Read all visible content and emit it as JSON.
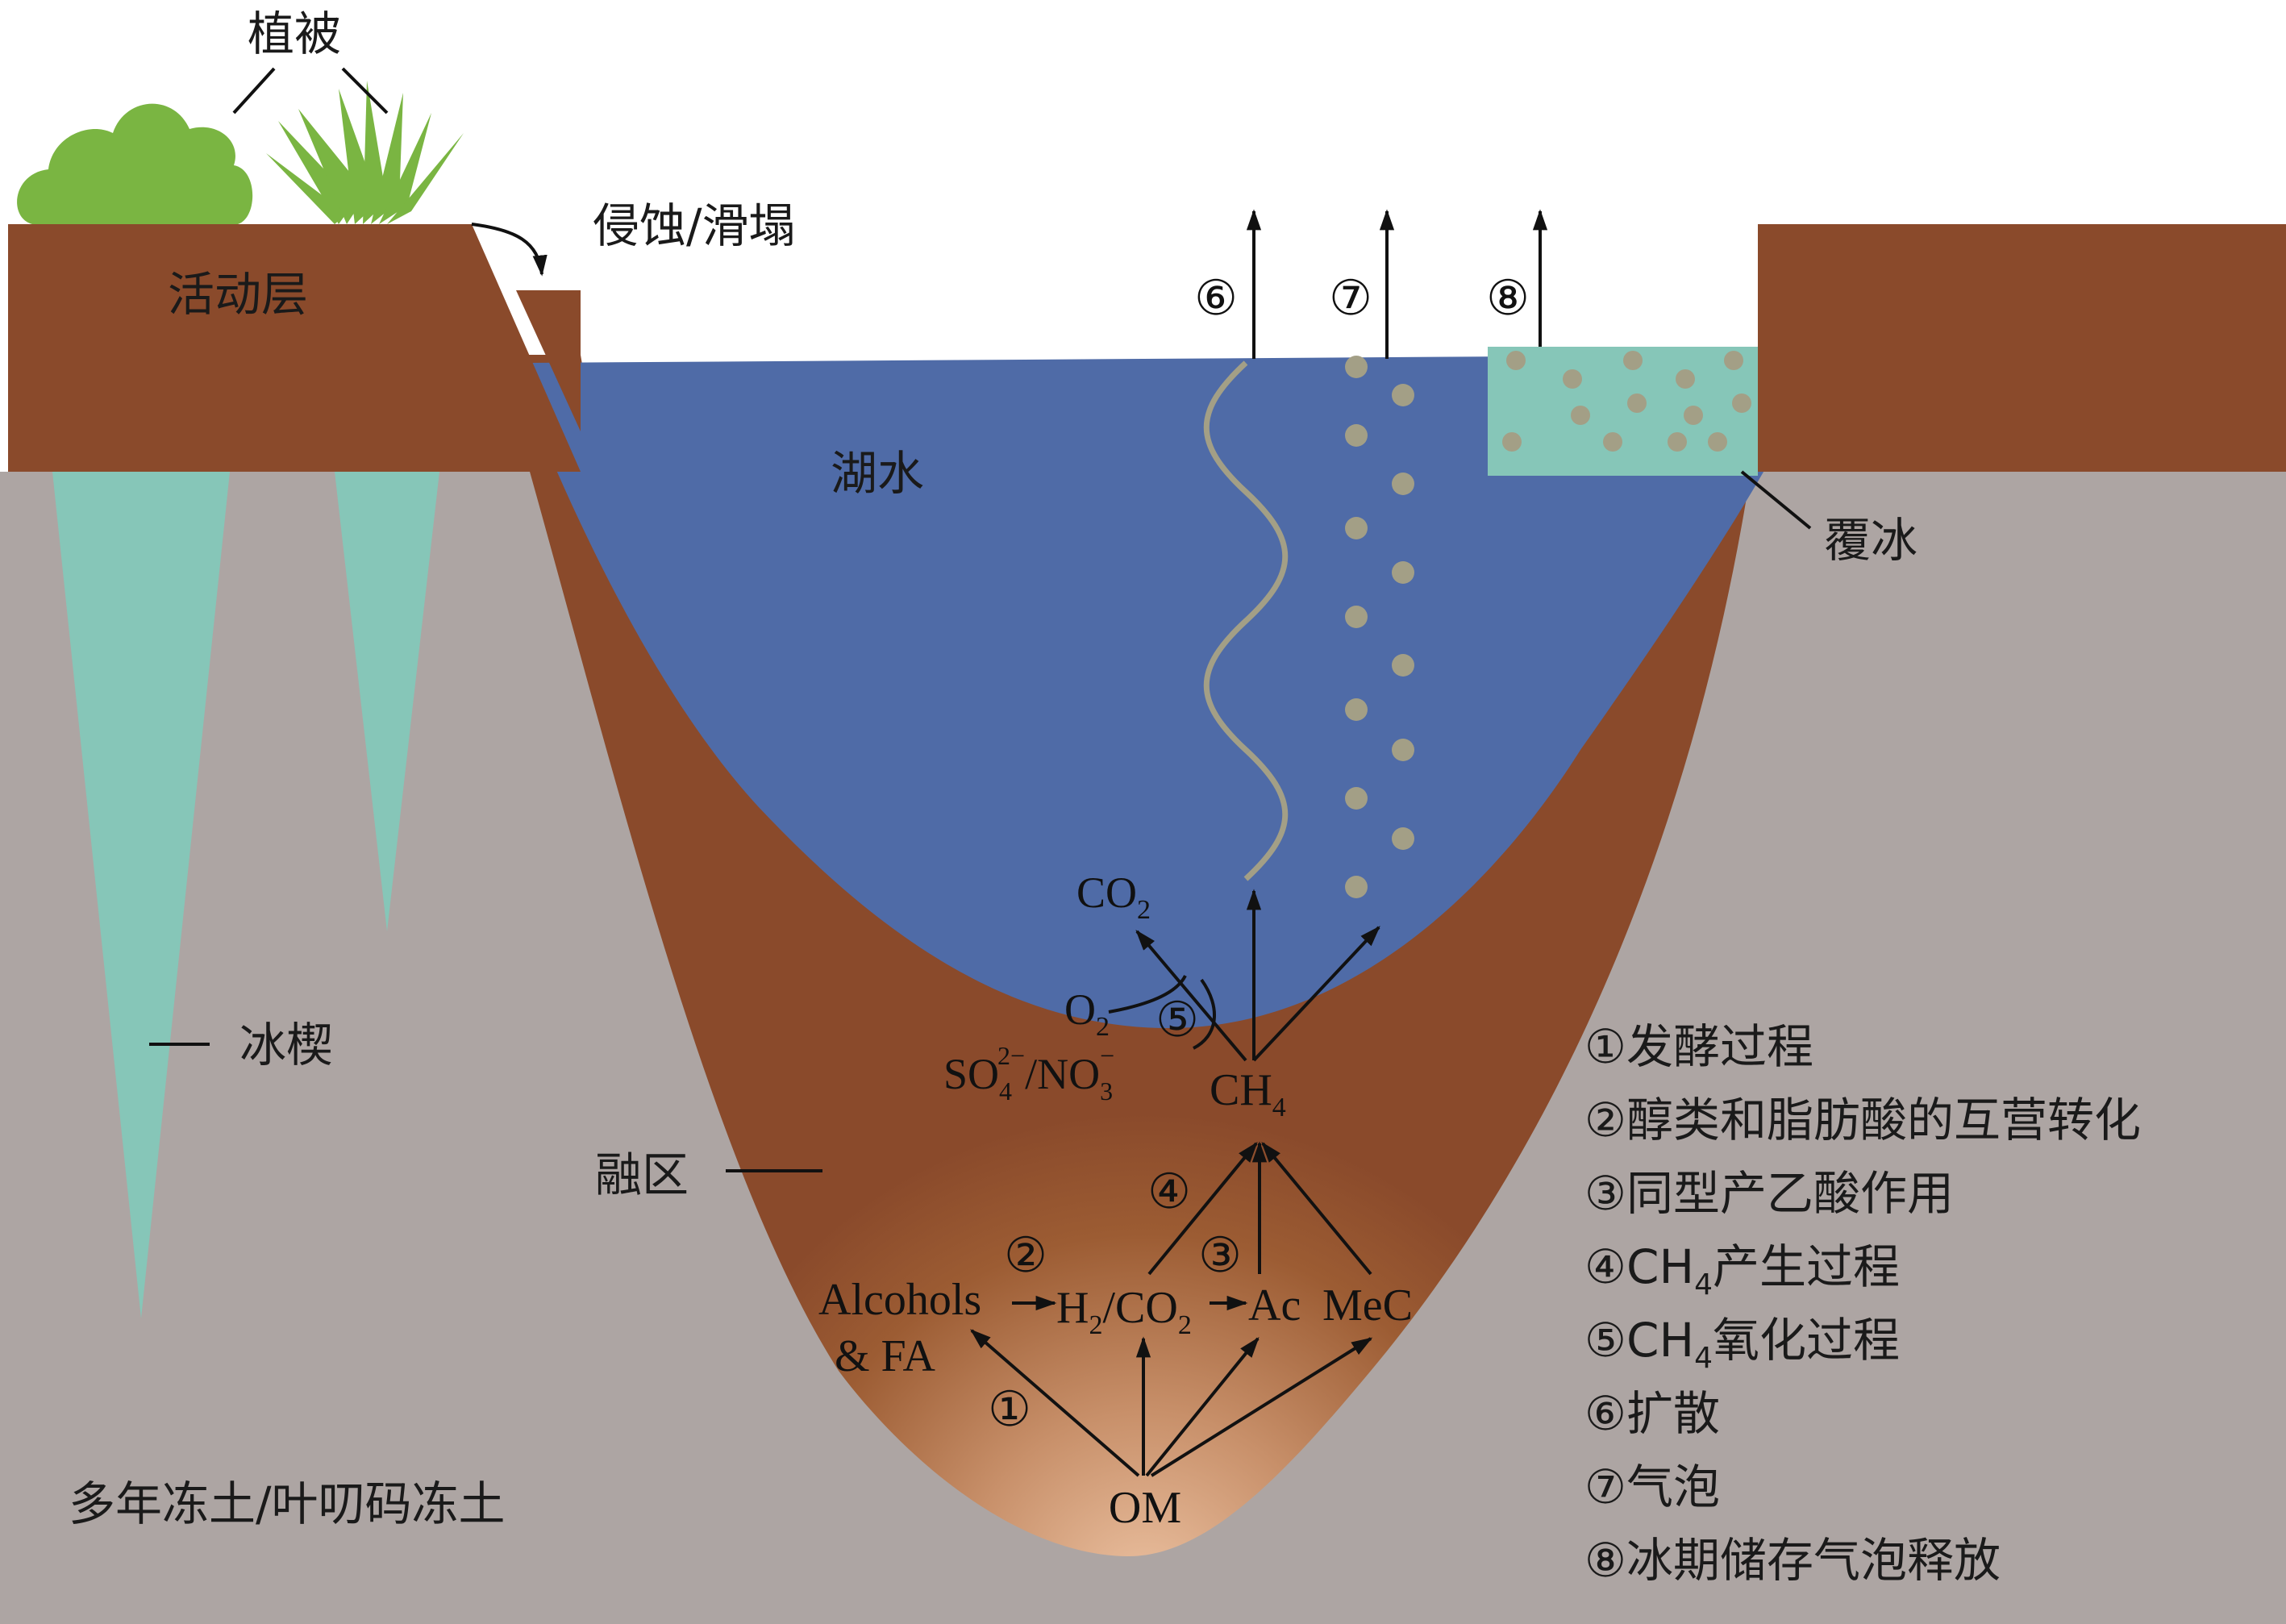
{
  "labels": {
    "vegetation": "植被",
    "erosion": "侵蚀/滑塌",
    "active_layer": "活动层",
    "lake_water": "湖水",
    "ice_cover": "覆冰",
    "ice_wedge": "冰楔",
    "talik": "融区",
    "permafrost": "多年冻土/叶叨码冻土"
  },
  "pathway_markers": {
    "p1": "①",
    "p2": "②",
    "p3": "③",
    "p4": "④",
    "p5": "⑤",
    "p6": "⑥",
    "p7": "⑦",
    "p8": "⑧"
  },
  "chem": {
    "co2": "CO",
    "co2_sub": "2",
    "o2": "O",
    "o2_sub": "2",
    "so4": "SO",
    "so4_sub": "4",
    "so4_sup": "2−",
    "no3": "/NO",
    "no3_sub": "3",
    "no3_sup": "−",
    "ch4": "CH",
    "ch4_sub": "4",
    "alcohols": "Alcohols",
    "fa": "& FA",
    "h2": "H",
    "h2_sub": "2",
    "co2b": "/CO",
    "co2b_sub": "2",
    "ac": "Ac",
    "mec": "MeC",
    "om": "OM"
  },
  "legend": [
    {
      "num": "①",
      "text": "发酵过程"
    },
    {
      "num": "②",
      "text": "醇类和脂肪酸的互营转化"
    },
    {
      "num": "③",
      "text": "同型产乙酸作用"
    },
    {
      "num": "④",
      "text": "CH",
      "sub": "4",
      "rest": "产生过程"
    },
    {
      "num": "⑤",
      "text": "CH",
      "sub": "4",
      "rest": "氧化过程"
    },
    {
      "num": "⑥",
      "text": "扩散"
    },
    {
      "num": "⑦",
      "text": "气泡"
    },
    {
      "num": "⑧",
      "text": "冰期储存气泡释放"
    }
  ],
  "colors": {
    "permafrost": "#ada5a3",
    "active_layer": "#8a4a2b",
    "lake": "#4f6ba7",
    "ice": "#86c6b8",
    "vegetation": "#7ab542",
    "bubble": "#a39f86"
  }
}
